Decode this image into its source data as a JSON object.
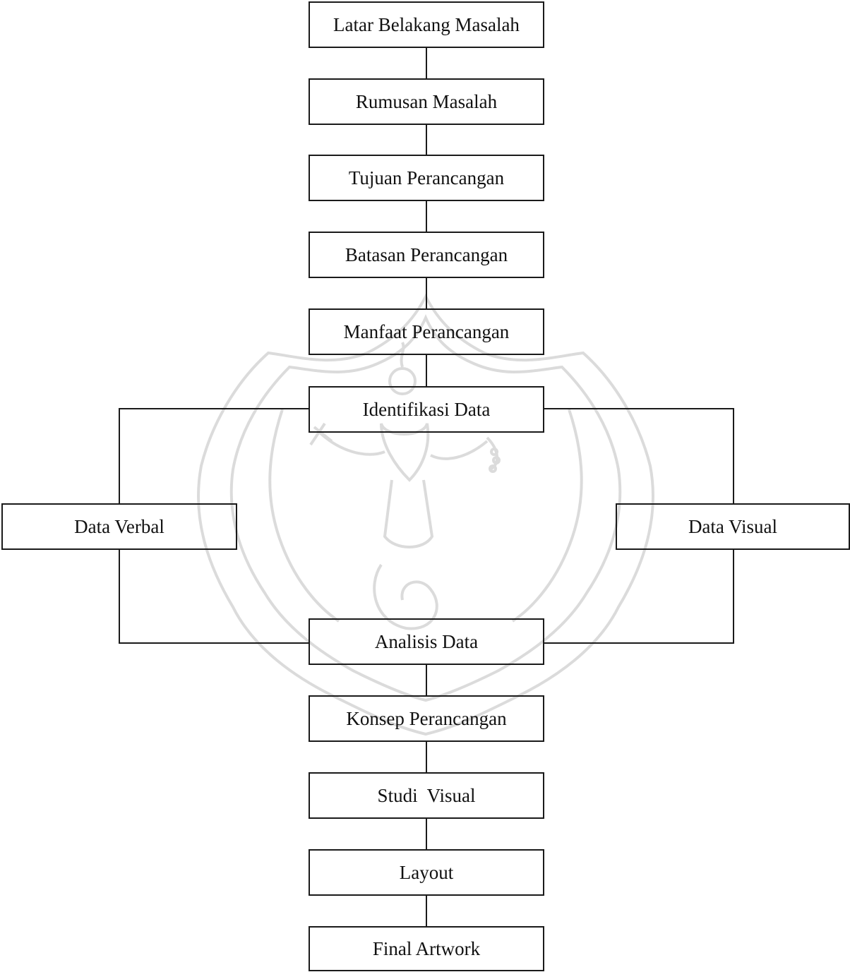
{
  "diagram": {
    "boxes": {
      "latar_belakang": "Latar Belakang Masalah",
      "rumusan": "Rumusan Masalah",
      "tujuan": "Tujuan Perancangan",
      "batasan": "Batasan Perancangan",
      "manfaat": "Manfaat Perancangan",
      "identifikasi": "Identifikasi Data",
      "data_verbal": "Data Verbal",
      "data_visual": "Data Visual",
      "analisis": "Analisis Data",
      "konsep": "Konsep Perancangan",
      "studi_visual": "Studi  Visual",
      "layout": "Layout",
      "final_artwork": "Final Artwork"
    }
  },
  "colors": {
    "stroke": "#1a1a1a",
    "text": "#111111",
    "watermark": "#c8c8c8"
  }
}
